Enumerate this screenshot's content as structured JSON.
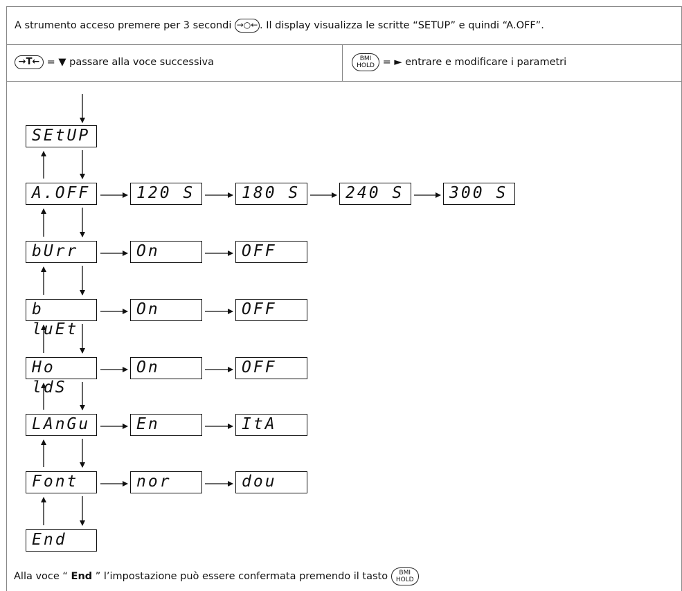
{
  "intro": {
    "text_before": "A strumento acceso premere per 3 secondi",
    "key_icon": "→○←",
    "text_after": ". Il display visualizza le scritte “SETUP” e quindi “A.OFF”."
  },
  "keys": {
    "t_key_icon": "→T←",
    "t_key_desc": " = ▼ passare alla voce successiva",
    "bmi_key_line1": "BMI",
    "bmi_key_line2": "HOLD",
    "bmi_key_desc": " = ► entrare e modificare i parametri"
  },
  "menu": {
    "setup": "SEtUP",
    "rows": [
      {
        "label": "A.OFF",
        "options": [
          "120 S",
          "180 S",
          "240 S",
          "300 S"
        ]
      },
      {
        "label": "bUrr",
        "options": [
          "On",
          "OFF"
        ]
      },
      {
        "label": "b luEt",
        "options": [
          "On",
          "OFF"
        ]
      },
      {
        "label": "Ho ldS",
        "options": [
          "On",
          "OFF"
        ]
      },
      {
        "label": "LAnGu",
        "options": [
          "En",
          "ItA"
        ]
      },
      {
        "label": "Font",
        "options": [
          "nor",
          "dou"
        ]
      }
    ],
    "end": "End"
  },
  "footer": {
    "text_before": "Alla voce “ ",
    "end_word": "End",
    "text_after": " ” l’impostazione può essere confermata premendo il tasto",
    "bmi_line1": "BMI",
    "bmi_line2": "HOLD"
  }
}
